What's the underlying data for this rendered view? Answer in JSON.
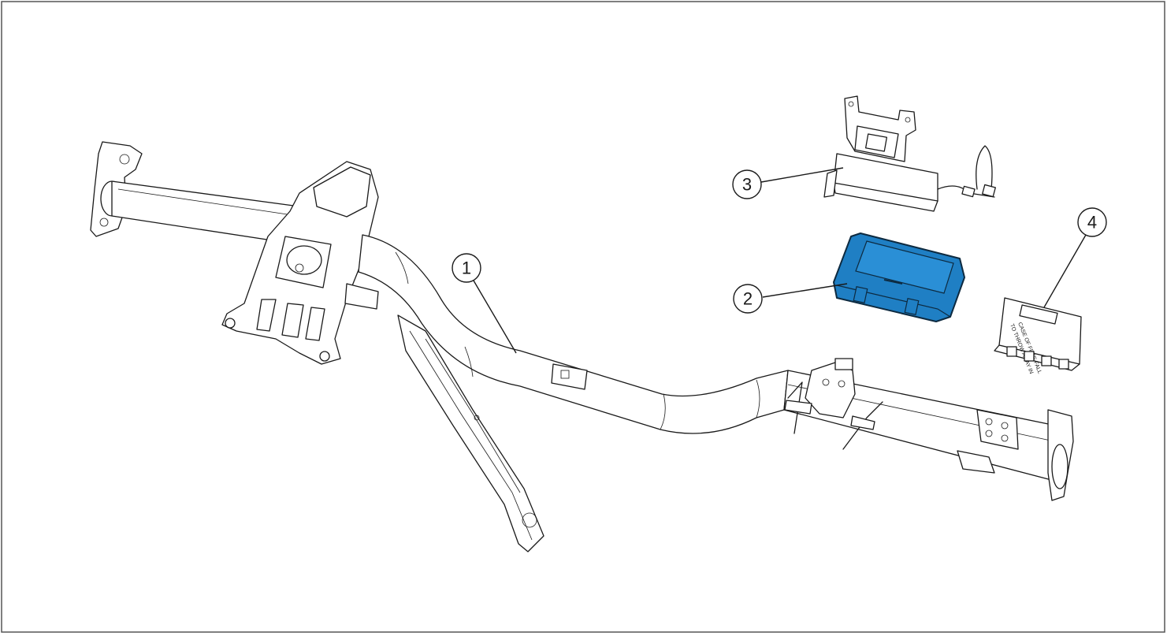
{
  "callouts": [
    {
      "id": "1",
      "label": "1"
    },
    {
      "id": "2",
      "label": "2"
    },
    {
      "id": "3",
      "label": "3"
    },
    {
      "id": "4",
      "label": "4"
    }
  ],
  "module_label": {
    "line1": "TO THROW AWAY IN",
    "line2": "CASE OF FREE FALL"
  },
  "colors": {
    "highlight": "#1f7fc4",
    "line": "#1a1a1a",
    "frame": "#555555"
  }
}
